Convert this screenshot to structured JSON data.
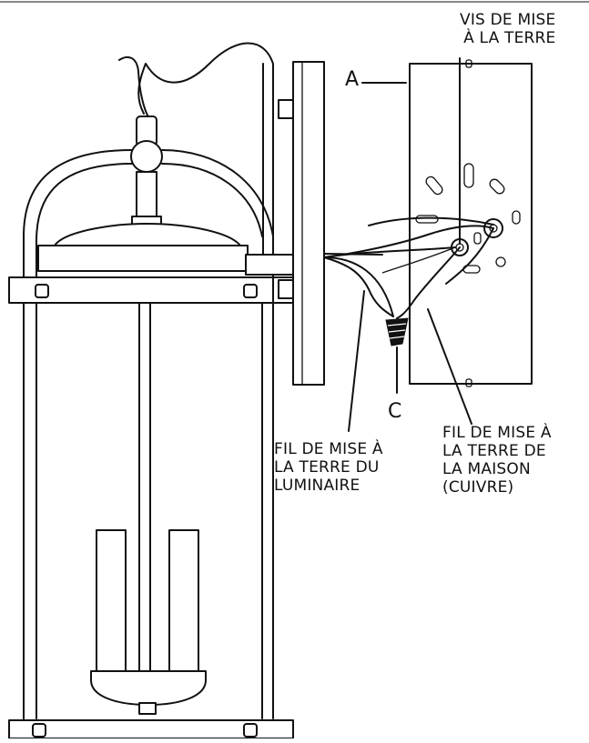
{
  "labels": {
    "a": "A",
    "c": "C",
    "ground_screw": [
      "VIS DE MISE",
      "À LA TERRE"
    ],
    "fixture_ground_wire": [
      "FIL DE MISE À",
      "LA TERRE DU",
      "LUMINAIRE"
    ],
    "house_ground_wire": [
      "FIL DE MISE À",
      "LA TERRE DE",
      "LA MAISON",
      "(CUIVRE)"
    ]
  }
}
